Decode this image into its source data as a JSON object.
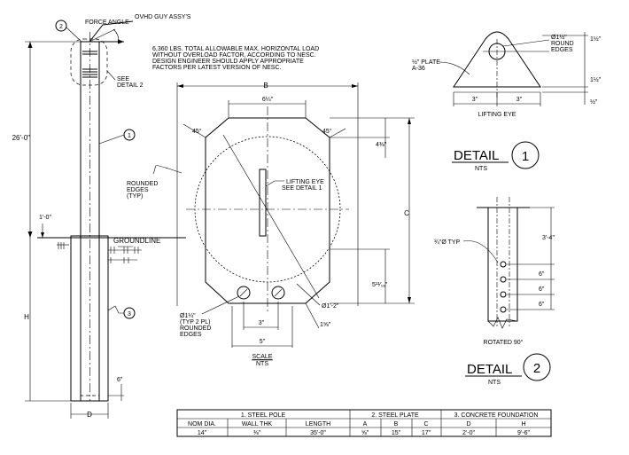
{
  "pole": {
    "callout_2": "2",
    "force_angle": "FORCE ANGLE",
    "guy_assy": "OVHD GUY ASSY'S",
    "load_note": [
      "6,360 LBS. TOTAL ALLOWABLE MAX. HORIZONTAL LOAD",
      "WITHOUT OVERLOAD FACTOR, ACCORDING TO NESC.",
      "DESIGN ENGINEER SHOULD APPLY APPROPRIATE",
      "FACTORS PER LATEST VERSION OF NESC."
    ],
    "see_detail_2": [
      "SEE",
      "DETAIL 2"
    ],
    "callout_1": "1",
    "callout_3": "3",
    "height_dim": "26'-0\"",
    "embed_dim": "1'-0\"",
    "groundline": "GROUNDLINE",
    "h_label": "H",
    "d_label": "D",
    "bottom_dim": "6\""
  },
  "plate": {
    "b_label": "B",
    "top_width": "6¼\"",
    "angle_left": "45°",
    "angle_right": "45°",
    "right_top_dim": "4⅜\"",
    "c_label": "C",
    "rounded_edges": [
      "ROUNDED",
      "EDGES",
      "(TYP)"
    ],
    "lifting_eye_note": [
      "LIFTING EYE",
      "SEE DETAIL 1"
    ],
    "right_bottom_dim": "5¹¹⁄₁₆\"",
    "hole_dia": "Ø1'-2\"",
    "hole_note": [
      "Ø1¼\"",
      "(TYP 2 PL)",
      "ROUNDED",
      "EDGES"
    ],
    "hole_spacing": "3\"",
    "bottom_width": "5\"",
    "edge_dim": "1⅝\"",
    "scale_label": "SCALE",
    "scale_nts": "NTS"
  },
  "lifting_eye": {
    "hole": [
      "Ø1½\"",
      "ROUND",
      "EDGES"
    ],
    "plate_label": [
      "½\" PLATE",
      "A-36"
    ],
    "height_top": "1½\"",
    "height_mid": "1½\"",
    "thickness": "½\"",
    "width_left": "3\"",
    "width_right": "3\"",
    "title": "LIFTING EYE"
  },
  "detail1": {
    "label": "DETAIL",
    "number": "1",
    "nts": "NTS"
  },
  "detail2_view": {
    "hole_label": "¾\"Ø TYP",
    "top_dim": "3'-4\"",
    "spacing": [
      "6\"",
      "6\"",
      "6\""
    ],
    "rotated": "ROTATED 90°"
  },
  "detail2": {
    "label": "DETAIL",
    "number": "2",
    "nts": "NTS"
  },
  "table": {
    "groups": [
      "1. STEEL POLE",
      "2. STEEL PLATE",
      "3. CONCRETE FOUNDATION"
    ],
    "headers": [
      "NOM DIA.",
      "WALL THK",
      "LENGTH",
      "A",
      "B",
      "C",
      "D",
      "H"
    ],
    "values": [
      "14\"",
      "⅜\"",
      "35'-0\"",
      "⅝\"",
      "15\"",
      "17\"",
      "2'-0\"",
      "9'-6\""
    ]
  }
}
